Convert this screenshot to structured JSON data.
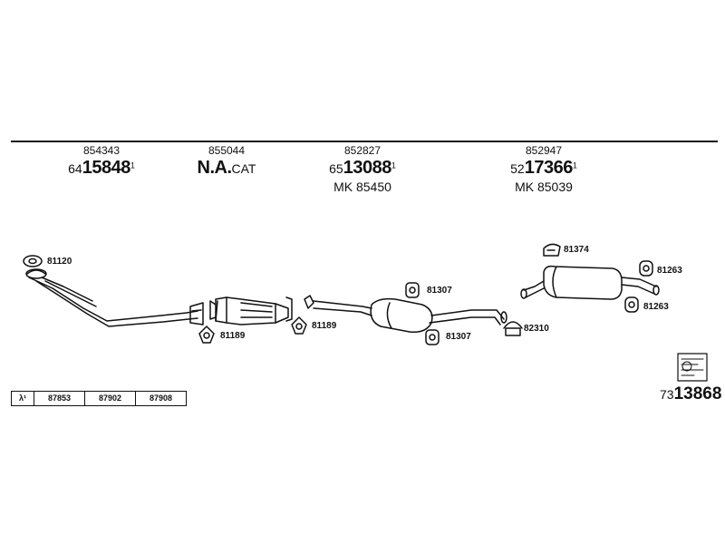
{
  "columns": [
    {
      "ref": "854343",
      "prefix": "64",
      "main": "15848",
      "sup": "1",
      "mk": ""
    },
    {
      "ref": "855044",
      "prefix": "",
      "main": "N.A.",
      "suffix": "CAT",
      "sup": "",
      "mk": ""
    },
    {
      "ref": "852827",
      "prefix": "65",
      "main": "13088",
      "sup": "1",
      "mk": "MK 85450"
    },
    {
      "ref": "852947",
      "prefix": "52",
      "main": "17366",
      "sup": "1",
      "mk": "MK 85039"
    }
  ],
  "part_labels": {
    "p81120": "81120",
    "p81189a": "81189",
    "p81189b": "81189",
    "p81307a": "81307",
    "p81307b": "81307",
    "p82310": "82310",
    "p81374": "81374",
    "p81263a": "81263",
    "p81263b": "81263"
  },
  "lambda_table": {
    "symbol": "λ¹",
    "codes": [
      "87853",
      "87902",
      "87908"
    ]
  },
  "final_code": {
    "prefix": "73",
    "main": "13868"
  },
  "icons": [
    "gasket-icon",
    "clamp-icon",
    "rubber-mount-icon",
    "catalytic-converter-icon",
    "muffler-icon",
    "tailpipe-icon",
    "manual-book-icon"
  ]
}
